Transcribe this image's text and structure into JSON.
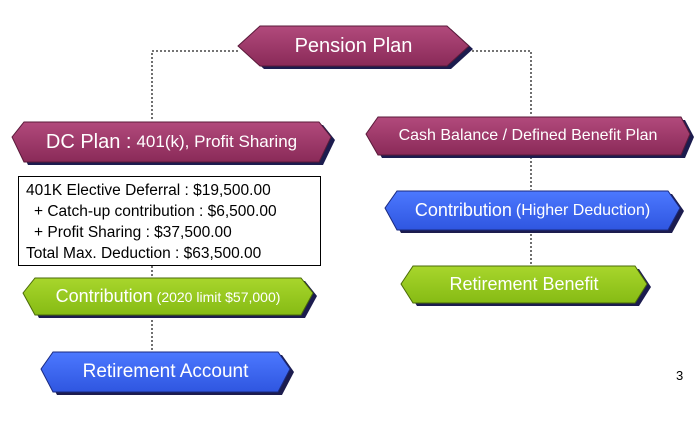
{
  "title": "Pension Plan",
  "left": {
    "header": "DC Plan : 401(k), Profit Sharing",
    "header_main": "DC Plan : ",
    "header_sub": "401(k), Profit Sharing",
    "details": [
      "401K Elective Deferral : $19,500.00",
      "+ Catch-up contribution : $6,500.00",
      "+ Profit Sharing : $37,500.00",
      "Total Max. Deduction : $63,500.00"
    ],
    "contribution_main": "Contribution ",
    "contribution_sub": "(2020 limit $57,000)",
    "result": "Retirement Account"
  },
  "right": {
    "header": "Cash Balance / Defined Benefit Plan",
    "contribution_main": "Contribution ",
    "contribution_sub": "(Higher Deduction)",
    "result": "Retirement Benefit"
  },
  "page_number": "3",
  "colors": {
    "plum": "#9b3566",
    "blue": "#3a66f0",
    "green": "#99cc22",
    "shadow": "#1a1a55"
  }
}
